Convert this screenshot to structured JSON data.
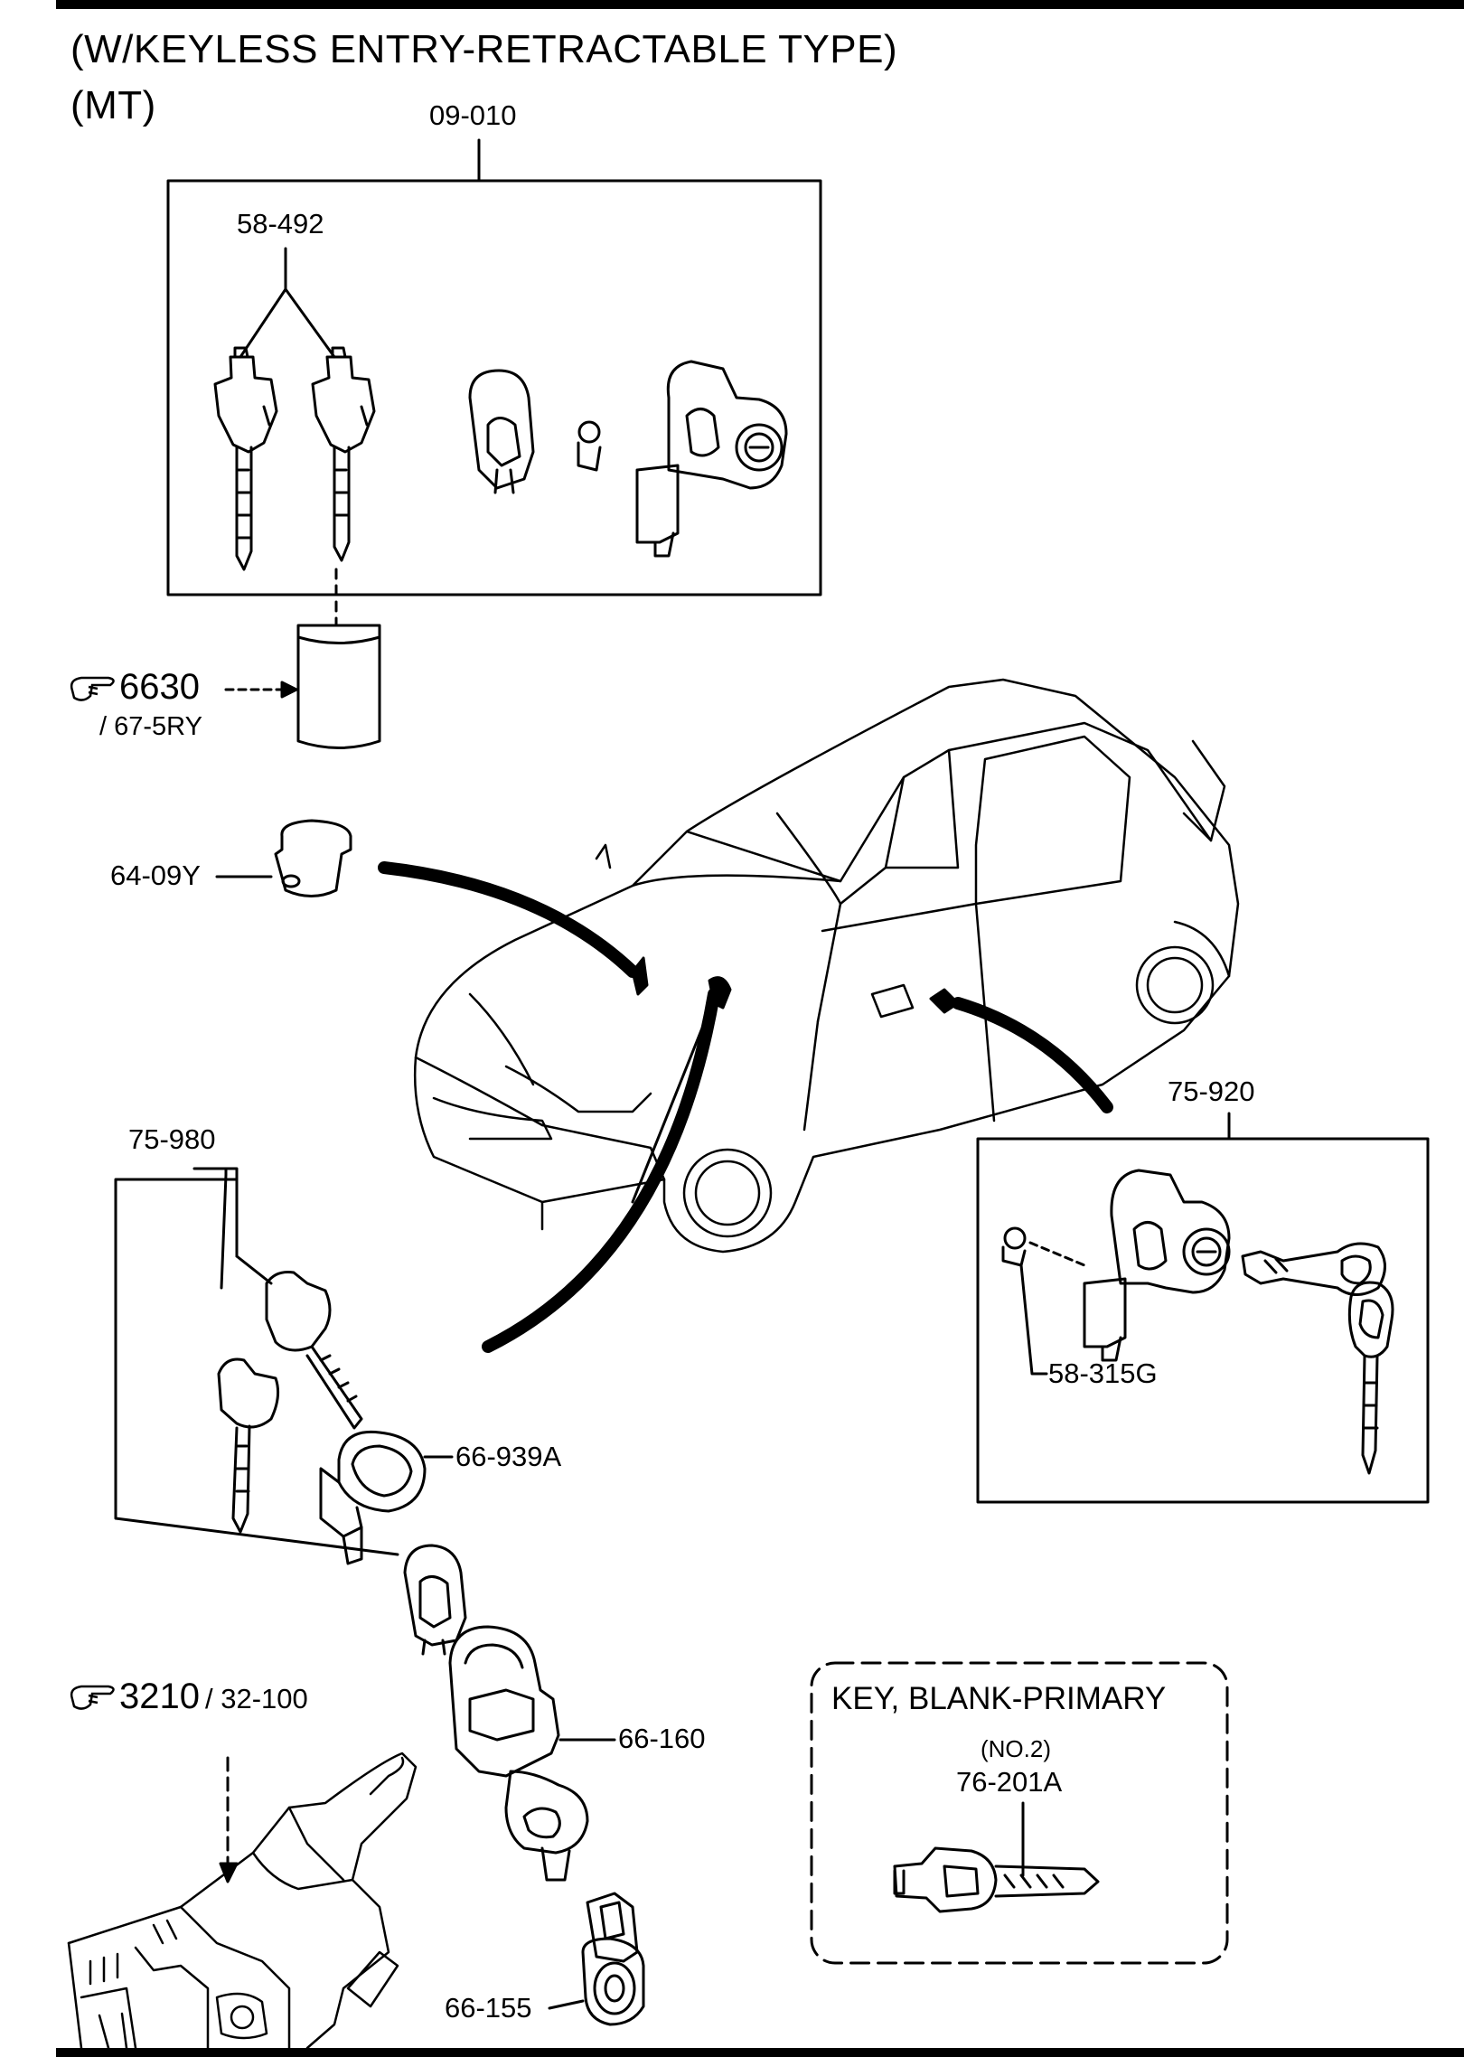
{
  "title": {
    "line1": "(W/KEYLESS ENTRY-RETRACTABLE TYPE)",
    "line2": "(MT)"
  },
  "labels": {
    "kit_top": "09-010",
    "keys_top": "58-492",
    "ref_6630_num": "6630",
    "ref_6630_sub": "/ 67-5RY",
    "lock_cyl": "64-09Y",
    "door_kit": "75-920",
    "door_pin": "58-315G",
    "ign_kit": "75-980",
    "ign_ring": "66-939A",
    "ign_sw": "66-160",
    "ign_part": "66-155",
    "ref_3210_num": "3210",
    "ref_3210_sub": "/ 32-100",
    "blank_title": "KEY, BLANK-PRIMARY",
    "blank_no": "(NO.2)",
    "blank_part": "76-201A"
  },
  "icons": {
    "reference": "pointing-hand-icon"
  }
}
